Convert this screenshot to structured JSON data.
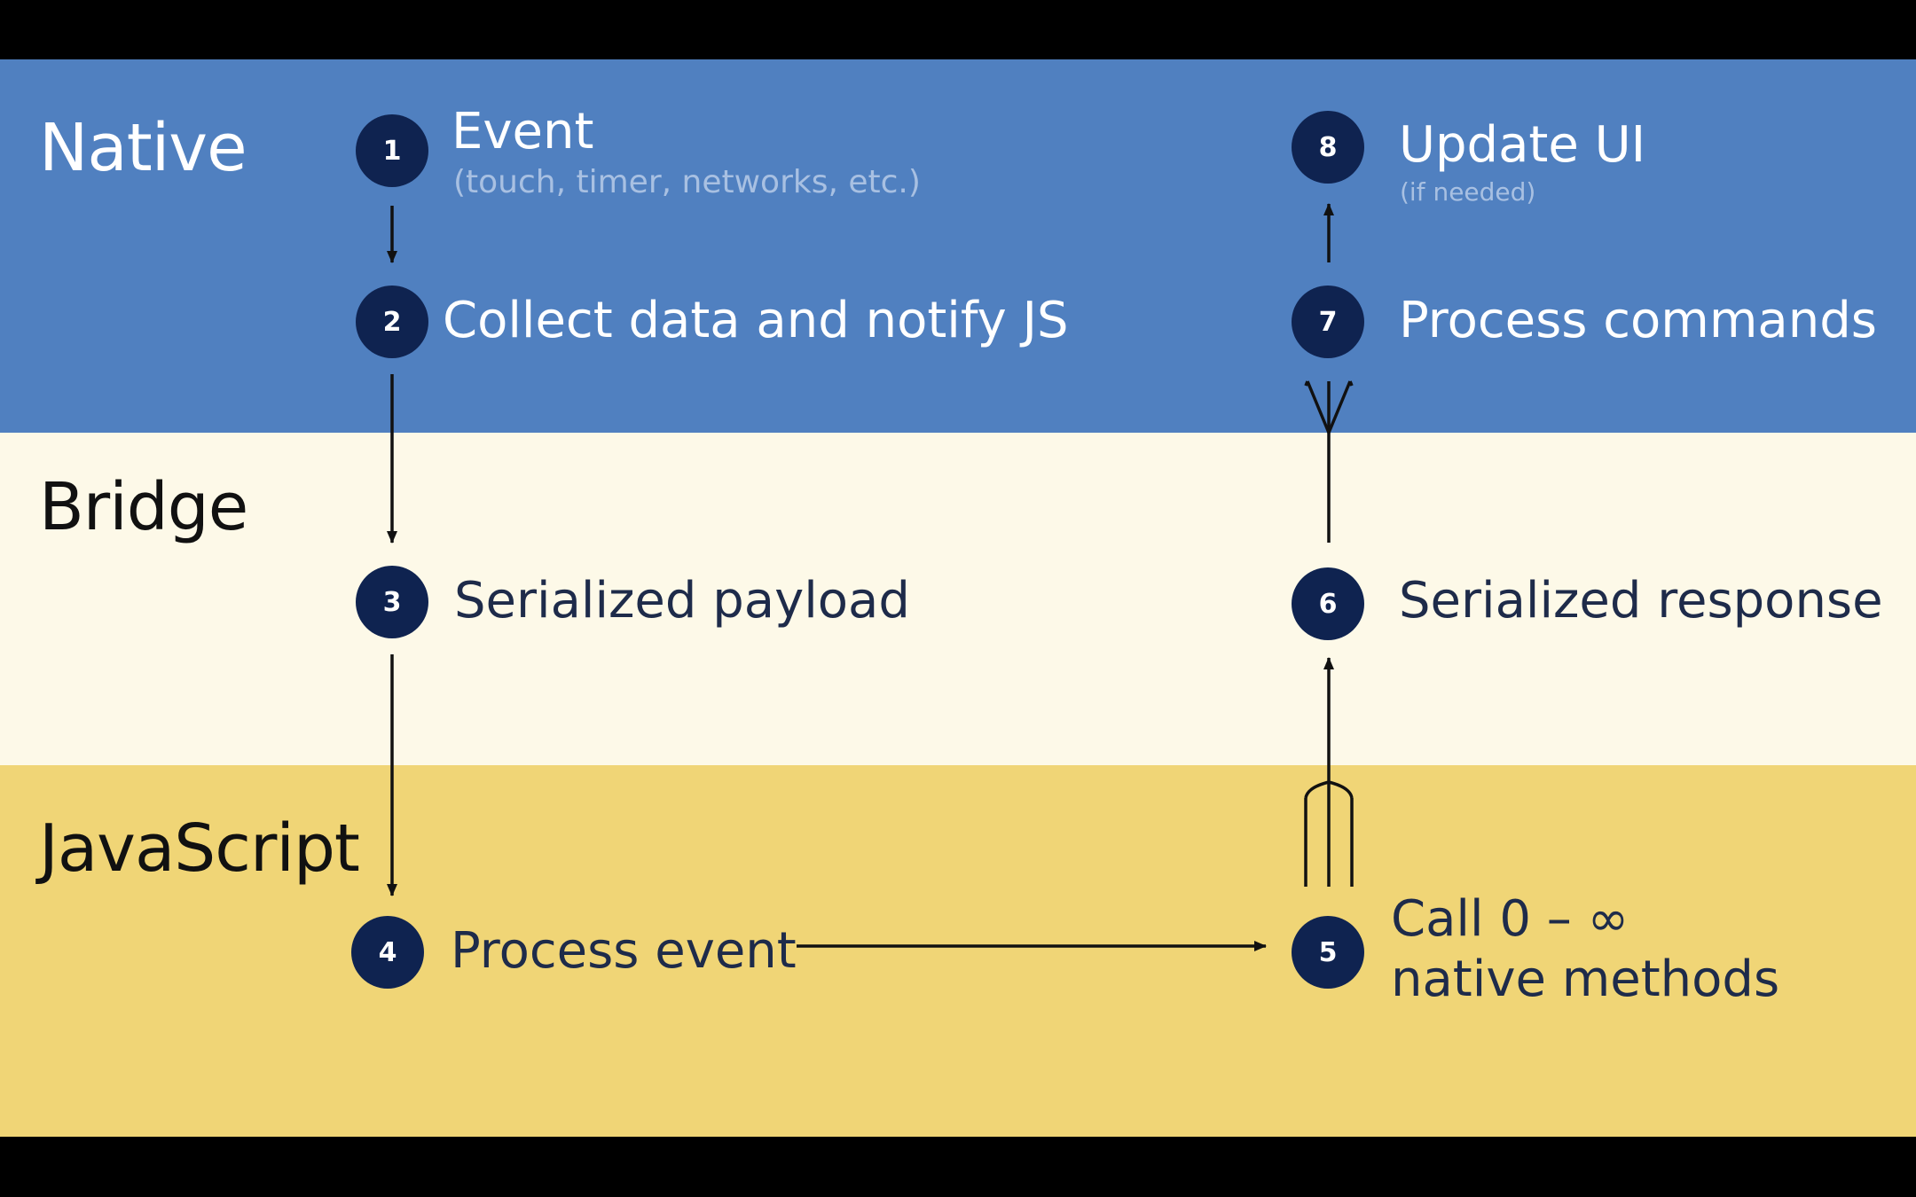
{
  "colors": {
    "native_band": "#5080C0",
    "bridge_band": "#FDF9E8",
    "javascript_band": "#F0D576",
    "badge": "#0F2350",
    "text_on_blue": "#FFFFFF",
    "subtext_on_blue": "#A8C0E2",
    "text_dark": "#1E2B4A",
    "arrow": "#111111"
  },
  "layers": [
    {
      "id": "native",
      "label": "Native"
    },
    {
      "id": "bridge",
      "label": "Bridge"
    },
    {
      "id": "javascript",
      "label": "JavaScript"
    }
  ],
  "steps": [
    {
      "number": "1",
      "text": "Event",
      "subtext": "(touch, timer, networks, etc.)"
    },
    {
      "number": "2",
      "text": "Collect data and notify JS"
    },
    {
      "number": "3",
      "text": "Serialized payload"
    },
    {
      "number": "4",
      "text": "Process event"
    },
    {
      "number": "5",
      "text": "Call 0 – ∞",
      "text2": "native methods"
    },
    {
      "number": "6",
      "text": "Serialized response"
    },
    {
      "number": "7",
      "text": "Process commands"
    },
    {
      "number": "8",
      "text": "Update UI",
      "subtext": "(if needed)"
    }
  ]
}
